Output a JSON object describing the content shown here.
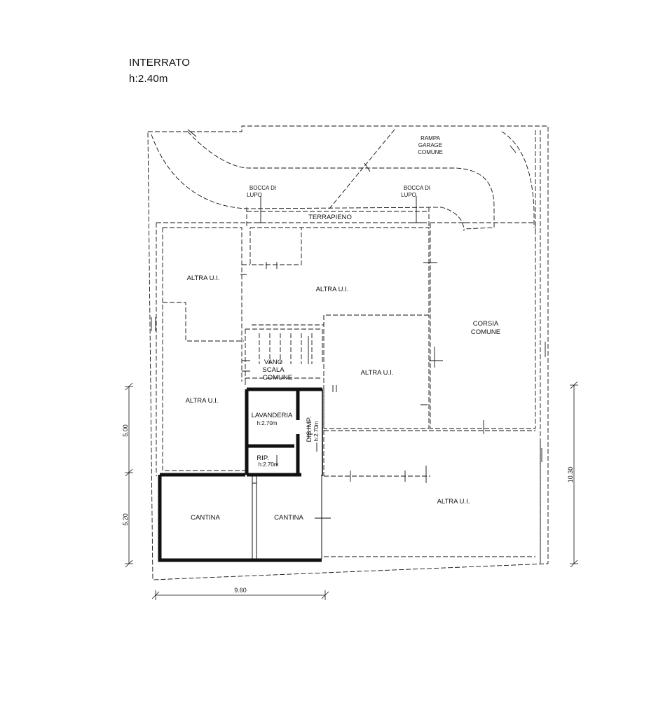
{
  "title": {
    "floor": "INTERRATO",
    "height": "h:2.40m"
  },
  "labels": {
    "rampa_1": "RAMPA",
    "rampa_2": "GARAGE",
    "rampa_3": "COMUNE",
    "bocca_a_1": "BOCCA DI",
    "bocca_a_2": "LUPO",
    "bocca_b_1": "BOCCA DI",
    "bocca_b_2": "LUPO",
    "terrapieno": "TERRAPIENO",
    "altra_1": "ALTRA U.I.",
    "altra_2": "ALTRA U.I.",
    "altra_3": "ALTRA U.I.",
    "altra_4": "ALTRA U.I.",
    "altra_5": "ALTRA U.I.",
    "corsia_1": "CORSIA",
    "corsia_2": "COMUNE",
    "vano_1": "VANO",
    "vano_2": "SCALA",
    "vano_3": "COMUNE",
    "lavanderia": "LAVANDERIA",
    "lavanderia_h": "h:2.70m",
    "disimp": "DIS.IMP.",
    "disimp_h": "h:2.70m",
    "rip": "RIP.",
    "rip_h": "h:2.70m",
    "cantina_1": "CANTINA",
    "cantina_2": "CANTINA"
  },
  "dimensions": {
    "left_upper": "5.00",
    "left_lower": "5.20",
    "bottom": "9.60",
    "right": "10.30"
  },
  "colors": {
    "line": "#111111",
    "background": "#ffffff"
  }
}
